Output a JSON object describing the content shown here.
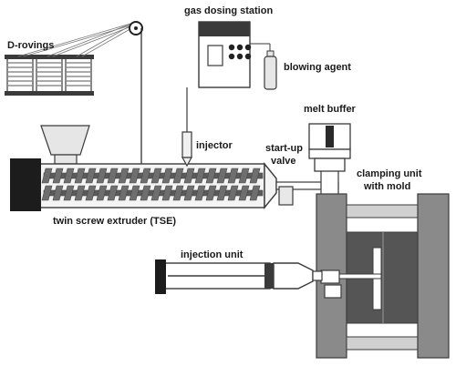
{
  "labels": {
    "d_rovings": "D-rovings",
    "gas_dosing_station": "gas dosing station",
    "blowing_agent": "blowing agent",
    "injector": "injector",
    "start_up_valve_line1": "start-up",
    "start_up_valve_line2": "valve",
    "melt_buffer": "melt buffer",
    "clamping_unit_line1": "clamping unit",
    "clamping_unit_line2": "with mold",
    "twin_screw_extruder": "twin screw extruder (TSE)",
    "injection_unit": "injection unit"
  },
  "colors": {
    "outline": "#3a3a3a",
    "dark_block": "#1c1c1c",
    "screw": "#6e6e6e",
    "barrel_fill": "#f4f4f4",
    "light_grey": "#c8c8c8",
    "mid_grey": "#8a8a8a",
    "mold_fill": "#555555"
  }
}
